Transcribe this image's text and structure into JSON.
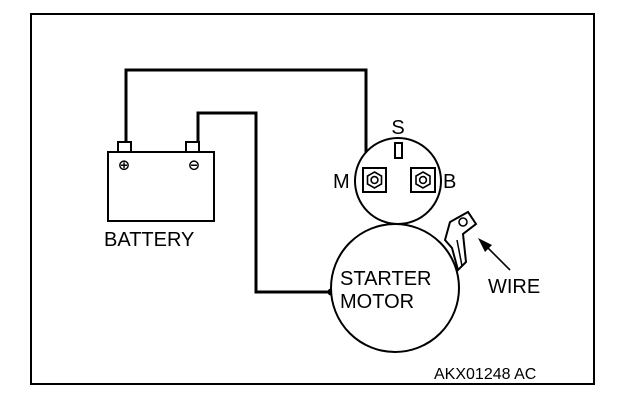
{
  "labels": {
    "battery": "BATTERY",
    "starter_line1": "STARTER",
    "starter_line2": "MOTOR",
    "wire": "WIRE",
    "terminal_s": "S",
    "terminal_m": "M",
    "terminal_b": "B",
    "battery_pos": "⊕",
    "battery_neg": "⊖",
    "reference_code": "AKX01248 AC"
  }
}
